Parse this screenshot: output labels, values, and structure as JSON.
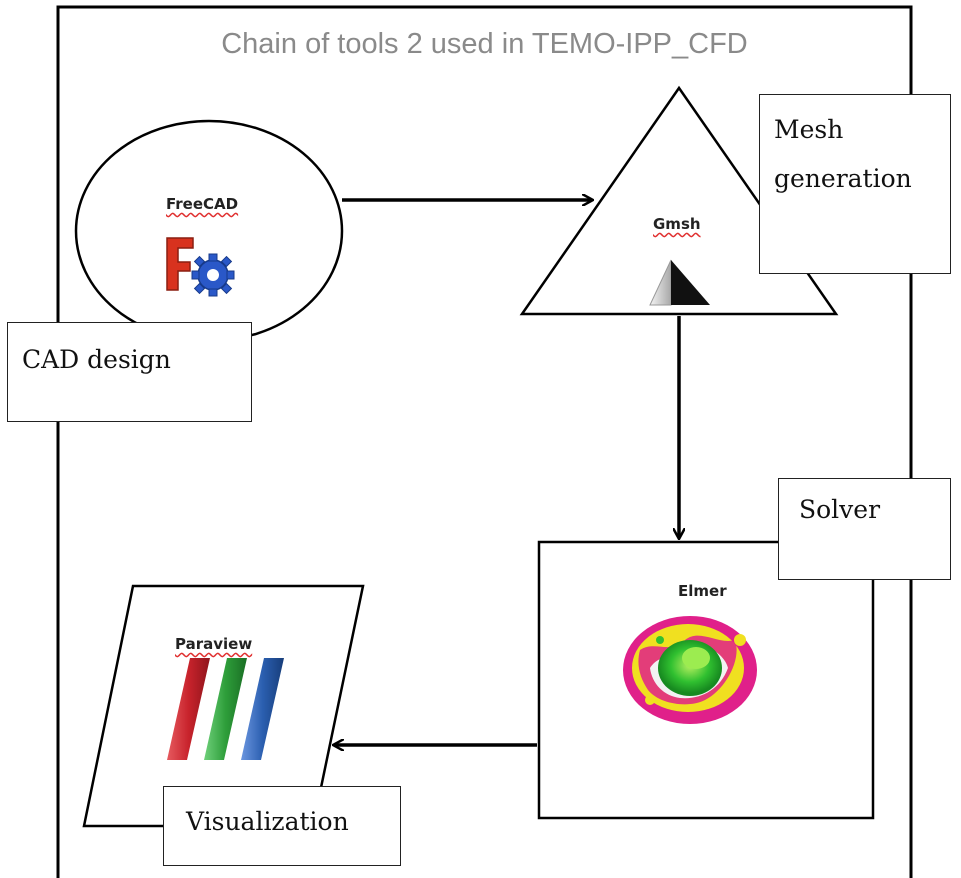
{
  "title": "Chain of tools 2 used in TEMO-IPP_CFD",
  "tools": {
    "freecad": {
      "label": "FreeCAD",
      "role": "CAD design",
      "icon": "freecad-logo"
    },
    "gmsh": {
      "label": "Gmsh",
      "role": "Mesh generation",
      "role_lines": [
        "Mesh",
        "generation"
      ],
      "icon": "gmsh-logo"
    },
    "elmer": {
      "label": "Elmer",
      "role": "Solver",
      "icon": "elmer-simulation-image"
    },
    "paraview": {
      "label": "Paraview",
      "role": "Visualization",
      "icon": "paraview-logo"
    }
  },
  "flow": [
    "FreeCAD",
    "Gmsh",
    "Elmer",
    "Paraview"
  ],
  "colors": {
    "title": "#8a8a8a",
    "freecad_red": "#d8321e",
    "freecad_gear": "#2a58c8",
    "paraview_red": "#c8232c",
    "paraview_green": "#2e9e3a",
    "paraview_blue": "#2b5fb0"
  }
}
